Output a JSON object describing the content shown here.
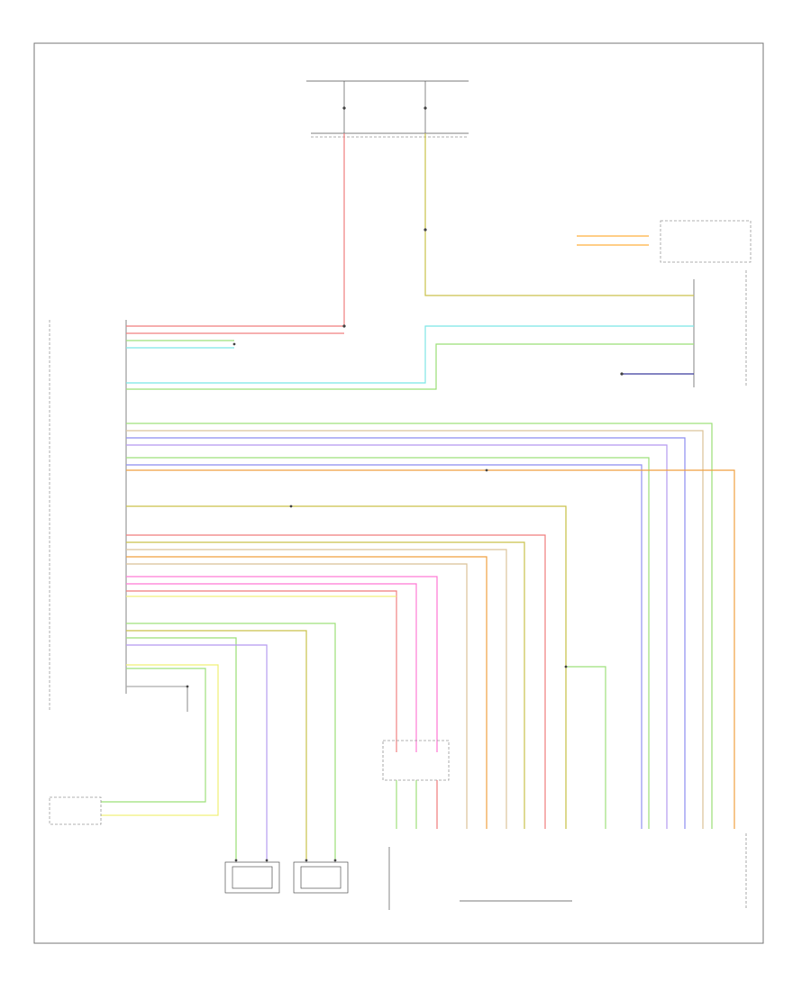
{
  "diagram": {
    "corner_label": "",
    "colors": {
      "red": "#f08080",
      "pink": "#ff7bd5",
      "olive": "#c9c14a",
      "cyan": "#7ee6e6",
      "green": "#9ee07a",
      "blue": "#8f8ff0",
      "violet": "#b69cf0",
      "orange": "#f0a040",
      "yellow": "#f0f07a",
      "tan": "#dcc39a",
      "gray": "#aaaaaa",
      "navy": "#4040a0"
    },
    "components": [
      {
        "id": "pcm",
        "label": ""
      },
      {
        "id": "top-junction",
        "label": ""
      },
      {
        "id": "right-module",
        "label": ""
      },
      {
        "id": "output-speed-sensor",
        "label": ""
      },
      {
        "id": "input-speed-sensor",
        "label": ""
      },
      {
        "id": "range-sensor",
        "label": ""
      },
      {
        "id": "solenoid-pack",
        "label": ""
      },
      {
        "id": "trans-sensor",
        "label": ""
      },
      {
        "id": "shifter",
        "label": ""
      }
    ]
  }
}
